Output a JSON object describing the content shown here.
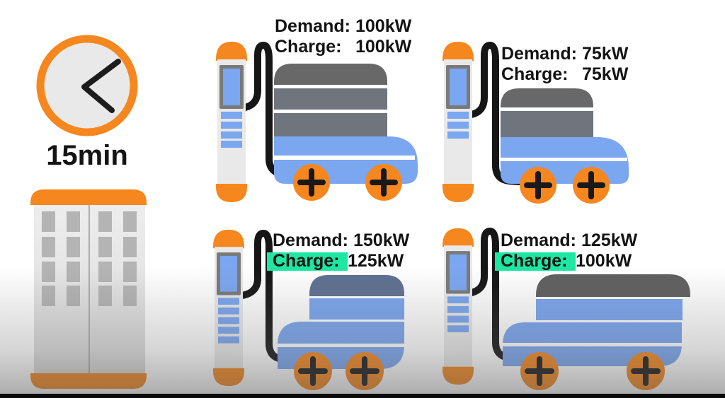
{
  "colors": {
    "orange": "#F6871E",
    "blue": "#7BA6F0",
    "slate_blue": "#5E7191",
    "cargo_gray": "#686868",
    "cargo_gray_light": "#70757D",
    "roof_gray": "#5F5F5F",
    "charger_body": "#E9E9E9",
    "screen_frame": "#7A7A7A",
    "building_body": "#E7E7E7",
    "window_gray": "#B4B4B4",
    "green_highlight": "#1EE6A3",
    "cable_black": "#161616",
    "text_black": "#141414",
    "clock_face": "#E9E9E9"
  },
  "clock": {
    "duration_label": "15min"
  },
  "scenarios": [
    {
      "position": "top-left",
      "demand_label": "Demand:",
      "demand_value": "100kW",
      "charge_label": "Charge:",
      "charge_value": "100kW",
      "charge_highlighted": false
    },
    {
      "position": "top-right",
      "demand_label": "Demand:",
      "demand_value": "75kW",
      "charge_label": "Charge:",
      "charge_value": "75kW",
      "charge_highlighted": false
    },
    {
      "position": "bottom-left",
      "demand_label": "Demand:",
      "demand_value": "150kW",
      "charge_label": "Charge:",
      "charge_value": "125kW",
      "charge_highlighted": true
    },
    {
      "position": "bottom-right",
      "demand_label": "Demand:",
      "demand_value": "125kW",
      "charge_label": "Charge:",
      "charge_value": "100kW",
      "charge_highlighted": true
    }
  ]
}
